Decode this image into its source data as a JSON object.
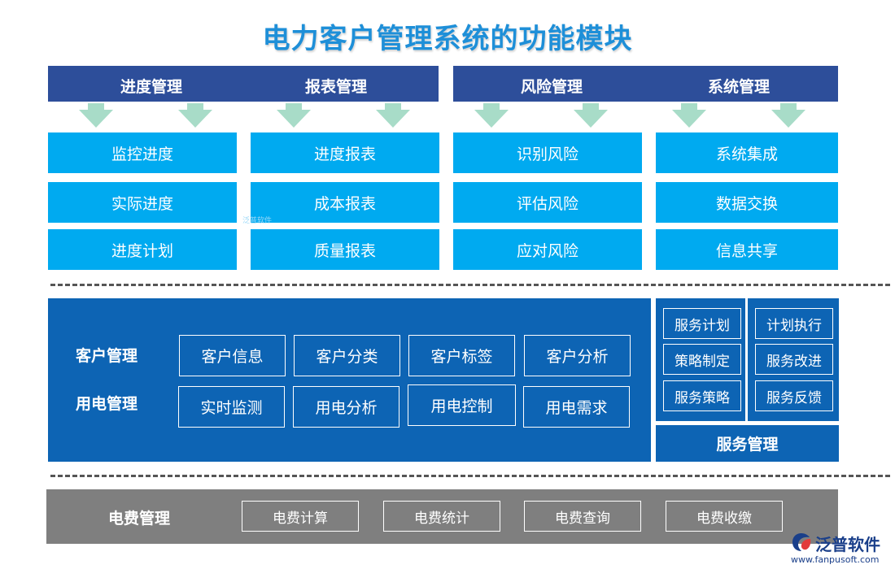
{
  "title": "电力客户管理系统的功能模块",
  "top_headers": {
    "left": [
      "进度管理",
      "报表管理"
    ],
    "right": [
      "风险管理",
      "系统管理"
    ]
  },
  "columns": [
    {
      "items": [
        "监控进度",
        "实际进度",
        "进度计划"
      ]
    },
    {
      "items": [
        "进度报表",
        "成本报表",
        "质量报表"
      ]
    },
    {
      "items": [
        "识别风险",
        "评估风险",
        "应对风险"
      ]
    },
    {
      "items": [
        "系统集成",
        "数据交换",
        "信息共享"
      ]
    }
  ],
  "customer_section": {
    "rows": [
      {
        "label": "客户管理",
        "items": [
          "客户信息",
          "客户分类",
          "客户标签",
          "客户分析"
        ]
      },
      {
        "label": "用电管理",
        "items": [
          "实时监测",
          "用电分析",
          "用电控制",
          "用电需求"
        ]
      }
    ]
  },
  "service_section": {
    "label": "服务管理",
    "left": [
      "服务计划",
      "策略制定",
      "服务策略"
    ],
    "right": [
      "计划执行",
      "服务改进",
      "服务反馈"
    ]
  },
  "fee_section": {
    "label": "电费管理",
    "items": [
      "电费计算",
      "电费统计",
      "电费查询",
      "电费收缴"
    ]
  },
  "logo": {
    "name": "泛普软件",
    "url": "www.fanpusoft.com"
  },
  "watermark": "泛普软件",
  "colors": {
    "title": "#1e8fd8",
    "header": "#2d4e9a",
    "cell": "#00aaf0",
    "panel": "#0d64b4",
    "fee_panel": "#7f7f7f",
    "arrow": "#a8dcc8"
  }
}
